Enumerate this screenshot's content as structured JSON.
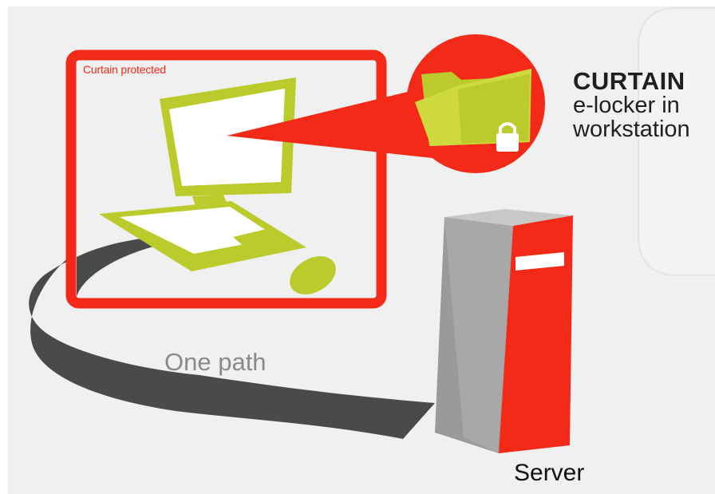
{
  "diagram": {
    "protected_zone_label": "Curtain protected",
    "brand_name": "CURTAIN",
    "brand_subtitle": "e-locker in\nworkstation",
    "path_label": "One path",
    "server_label": "Server"
  },
  "icons": [
    "computer-monitor-icon",
    "keyboard-icon",
    "mouse-icon",
    "folder-icon",
    "padlock-icon",
    "server-tower-icon"
  ],
  "colors": {
    "accent_red": "#f22a17",
    "lime": "#bccb2c",
    "dark_path": "#4a4a4a",
    "panel_gray": "#f0f0f0"
  }
}
